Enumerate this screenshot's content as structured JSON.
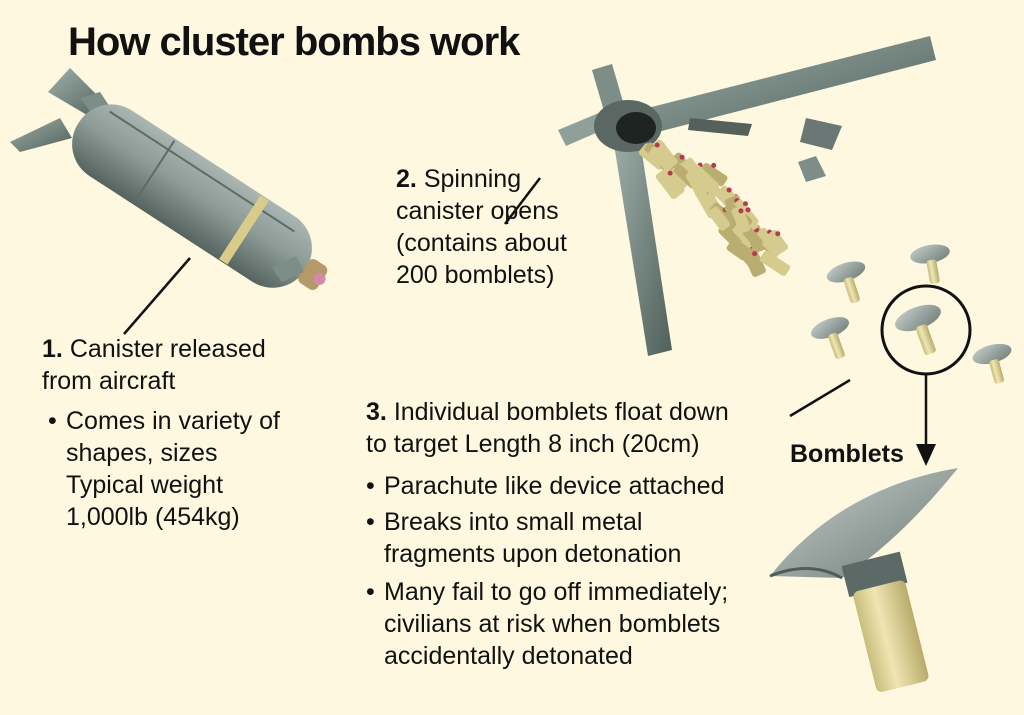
{
  "title": "How cluster bombs work",
  "step1": {
    "number": "1.",
    "heading_line1": "Canister released",
    "heading_line2": "from aircraft",
    "bullets": [
      {
        "lines": [
          "Comes in variety of",
          "shapes, sizes",
          "Typical weight",
          "1,000lb (454kg)"
        ]
      }
    ]
  },
  "step2": {
    "number": "2.",
    "lines": [
      "Spinning",
      "canister opens",
      "(contains about",
      "200 bomblets)"
    ]
  },
  "step3": {
    "number": "3.",
    "heading_line1": "Individual bomblets float down",
    "heading_line2": "to target Length 8 inch (20cm)",
    "bullets": [
      {
        "lines": [
          "Parachute like device attached"
        ]
      },
      {
        "lines": [
          "Breaks into small metal",
          "fragments upon detonation"
        ]
      },
      {
        "lines": [
          "Many fail to go off immediately;",
          "civilians at risk when bomblets",
          "accidentally detonated"
        ]
      }
    ]
  },
  "bomblets_label": "Bomblets",
  "bullet_glyph": "•",
  "colors": {
    "background": "#fdf8df",
    "metal": "#8a9a96",
    "metal_dark": "#4f5d5a",
    "bomblet_body": "#d8cf95"
  }
}
